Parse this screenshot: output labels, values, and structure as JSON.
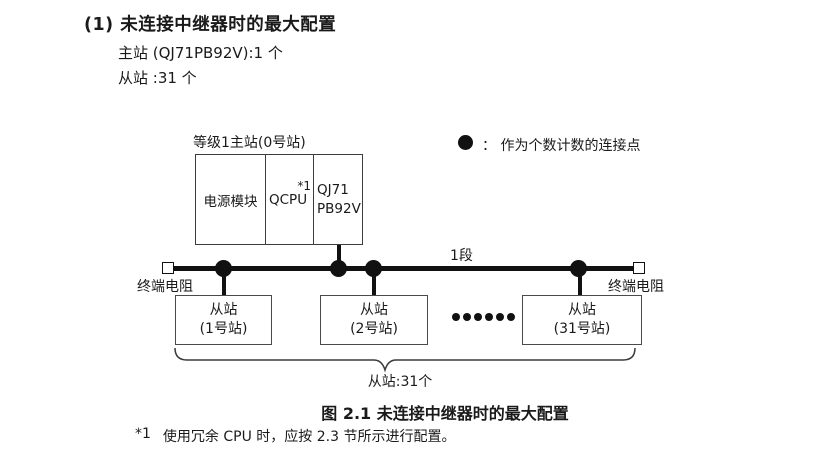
{
  "header": {
    "heading": "(1) 未连接中继器时的最大配置",
    "master_count": "主站 (QJ71PB92V):1 个",
    "slave_count": "从站 :31 个"
  },
  "diagram": {
    "master_label": "等级1主站(0号站)",
    "master_modules": {
      "power": "电源模块",
      "cpu": "QCPU",
      "cpu_note": "*1",
      "network_line1": "QJ71",
      "network_line2": "PB92V"
    },
    "legend": {
      "dot_icon": "connection-point-dot",
      "text": "： 作为个数计数的连接点"
    },
    "segment_label": "1段",
    "left_terminator_label": "终端电阻",
    "right_terminator_label": "终端电阻",
    "slaves": [
      {
        "title": "从站",
        "station": "(1号站)"
      },
      {
        "title": "从站",
        "station": "(2号站)"
      },
      {
        "title": "从站",
        "station": "(31号站)"
      }
    ],
    "brace_label": "从站:31个"
  },
  "caption": "图 2.1 未连接中继器时的最大配置",
  "footnote": {
    "marker": "*1",
    "text": "使用冗余 CPU 时，应按 2.3 节所示进行配置。"
  },
  "colors": {
    "line": "#111111",
    "box_border": "#4a4a4a",
    "text": "#1a1a1a"
  }
}
